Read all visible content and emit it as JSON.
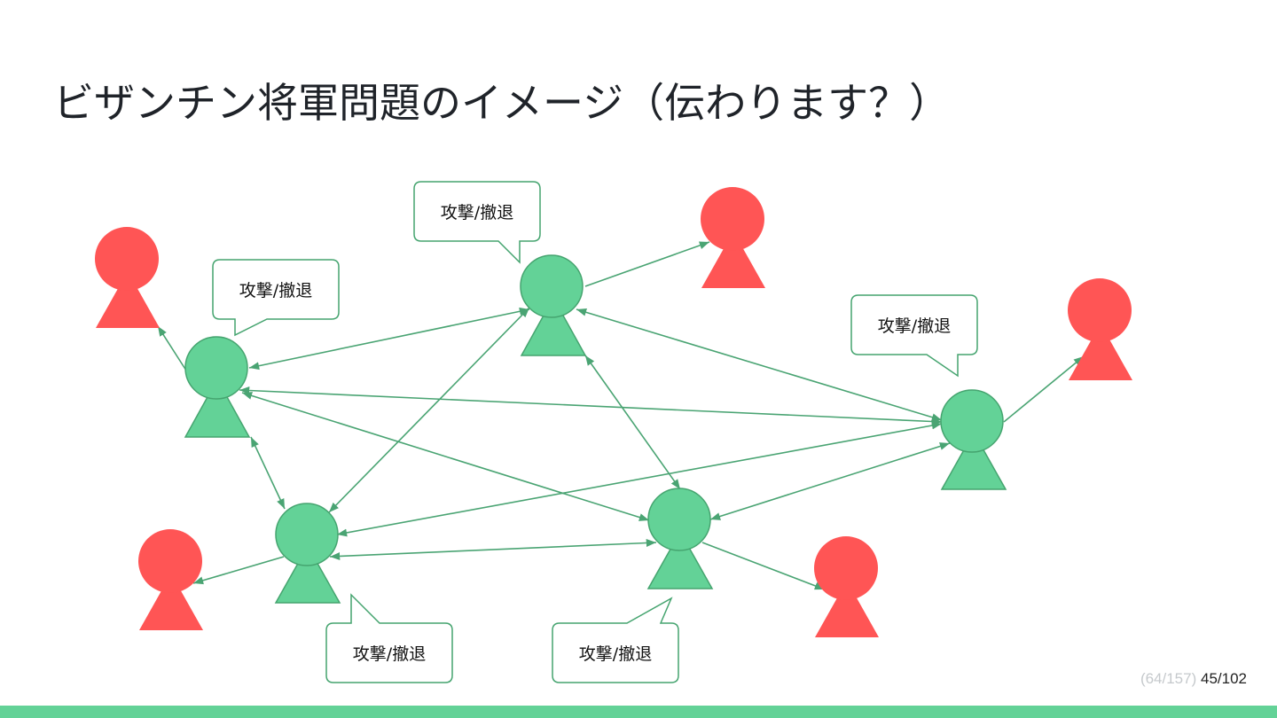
{
  "slide": {
    "title": "ビザンチン将軍問題のイメージ（伝わります？）"
  },
  "diagram": {
    "message_label": "攻撃/撤退",
    "colors": {
      "general": "#63d297",
      "general_stroke": "#45a46f",
      "soldier": "#ff5555",
      "edge": "#4aa473",
      "bubble_stroke": "#45a46f",
      "footer": "#63d297"
    },
    "generals": [
      "general-1",
      "general-2",
      "general-3",
      "general-4",
      "general-5"
    ],
    "soldiers": [
      "soldier-1",
      "soldier-2",
      "soldier-3",
      "soldier-4",
      "soldier-5"
    ]
  },
  "page_counter": {
    "muted": "(64/157)",
    "main": "45/102"
  }
}
